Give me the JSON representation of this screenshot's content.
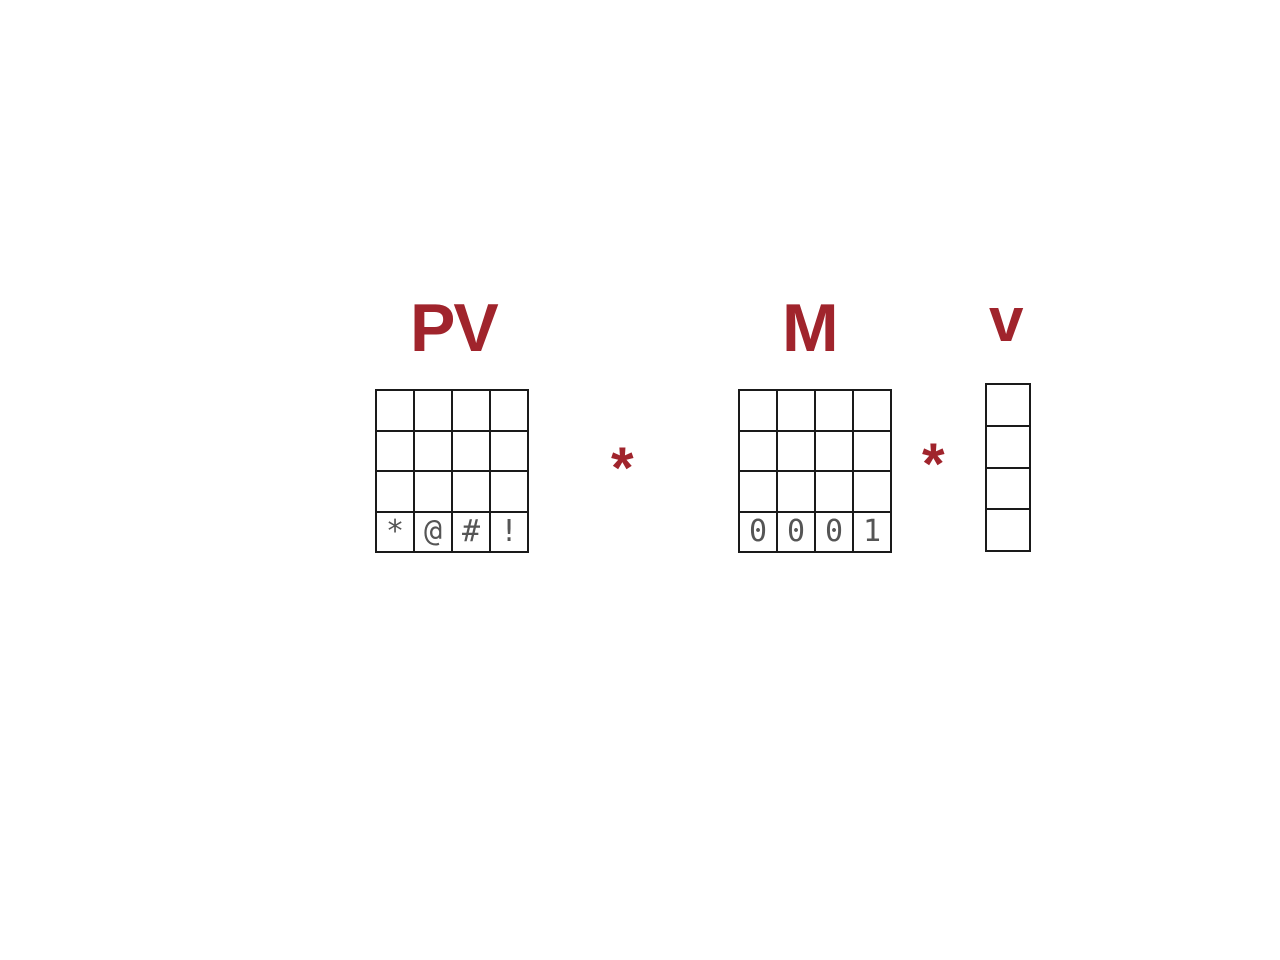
{
  "colors": {
    "accent": "#a0242c",
    "grid_line": "#1a1a1a",
    "cell_text": "#555555"
  },
  "labels": {
    "pv": "PV",
    "m": "M",
    "v": "v"
  },
  "operators": {
    "first": "*",
    "second": "*"
  },
  "matrices": {
    "pv": {
      "rows": [
        [
          "",
          "",
          "",
          ""
        ],
        [
          "",
          "",
          "",
          ""
        ],
        [
          "",
          "",
          "",
          ""
        ],
        [
          "*",
          "@",
          "#",
          "!"
        ]
      ]
    },
    "m": {
      "rows": [
        [
          "",
          "",
          "",
          ""
        ],
        [
          "",
          "",
          "",
          ""
        ],
        [
          "",
          "",
          "",
          ""
        ],
        [
          "0",
          "0",
          "0",
          "1"
        ]
      ]
    },
    "v": {
      "rows": [
        [
          ""
        ],
        [
          ""
        ],
        [
          ""
        ],
        [
          ""
        ]
      ]
    }
  }
}
